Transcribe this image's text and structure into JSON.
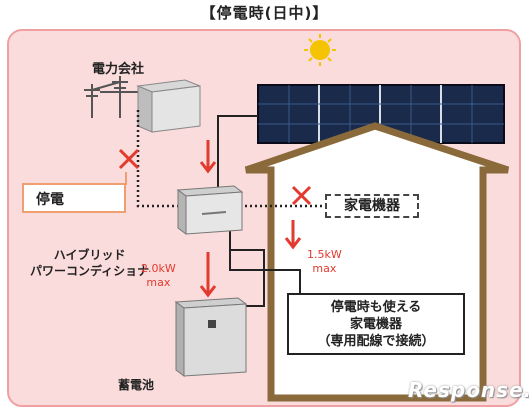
{
  "title": "【停電時(日中)】",
  "labels": {
    "power_company": "電力会社",
    "outage": "停電",
    "appliances": "家電機器",
    "inverter_line1": "ハイブリッド",
    "inverter_line2": "パワーコンディショナ",
    "output_left_value": "2.0kW",
    "output_left_max": "max",
    "output_right_value": "1.5kW",
    "output_right_max": "max",
    "usable_line1": "停電時も使える",
    "usable_line2": "家電機器",
    "usable_line3": "（専用配線で接続）",
    "battery": "蓄電池",
    "watermark": "Response."
  },
  "colors": {
    "background_panel": "#fbdcdc",
    "panel_border": "#f0a0a0",
    "arrow_red": "#e23a2e",
    "house_outline": "#8a6a3a",
    "solar_panel": "#1a2a4a",
    "sun": "#f5c400"
  }
}
